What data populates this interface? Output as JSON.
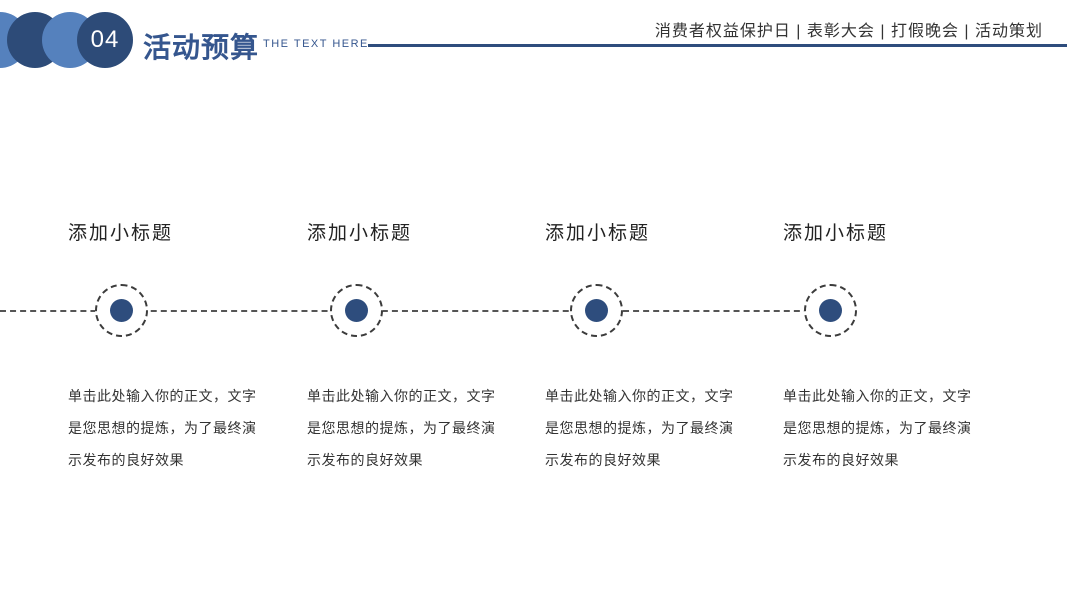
{
  "header": {
    "section_number": "04",
    "title": "活动预算",
    "subtitle": "THE TEXT HERE",
    "nav_text": "消费者权益保护日 | 表彰大会 | 打假晚会 | 活动策划"
  },
  "timeline": {
    "items": [
      {
        "title": "添加小标题",
        "body_lines": [
          "单击此处输入你的正文，文字",
          "是您思想的提炼，为了最终演",
          "示发布的良好效果"
        ]
      },
      {
        "title": "添加小标题",
        "body_lines": [
          "单击此处输入你的正文，文字",
          "是您思想的提炼，为了最终演",
          "示发布的良好效果"
        ]
      },
      {
        "title": "添加小标题",
        "body_lines": [
          "单击此处输入你的正文，文字",
          "是您思想的提炼，为了最终演",
          "示发布的良好效果"
        ]
      },
      {
        "title": "添加小标题",
        "body_lines": [
          "单击此处输入你的正文，文字",
          "是您思想的提炼，为了最终演",
          "示发布的良好效果"
        ]
      }
    ]
  },
  "colors": {
    "title_blue": "#35568e",
    "dark_blue": "#2e4d7d",
    "deco_dark_blue": "#2d4b78",
    "light_blue": "#5581bd",
    "heading_text": "#222222",
    "body_text": "#333333",
    "dash_color": "#555555"
  }
}
